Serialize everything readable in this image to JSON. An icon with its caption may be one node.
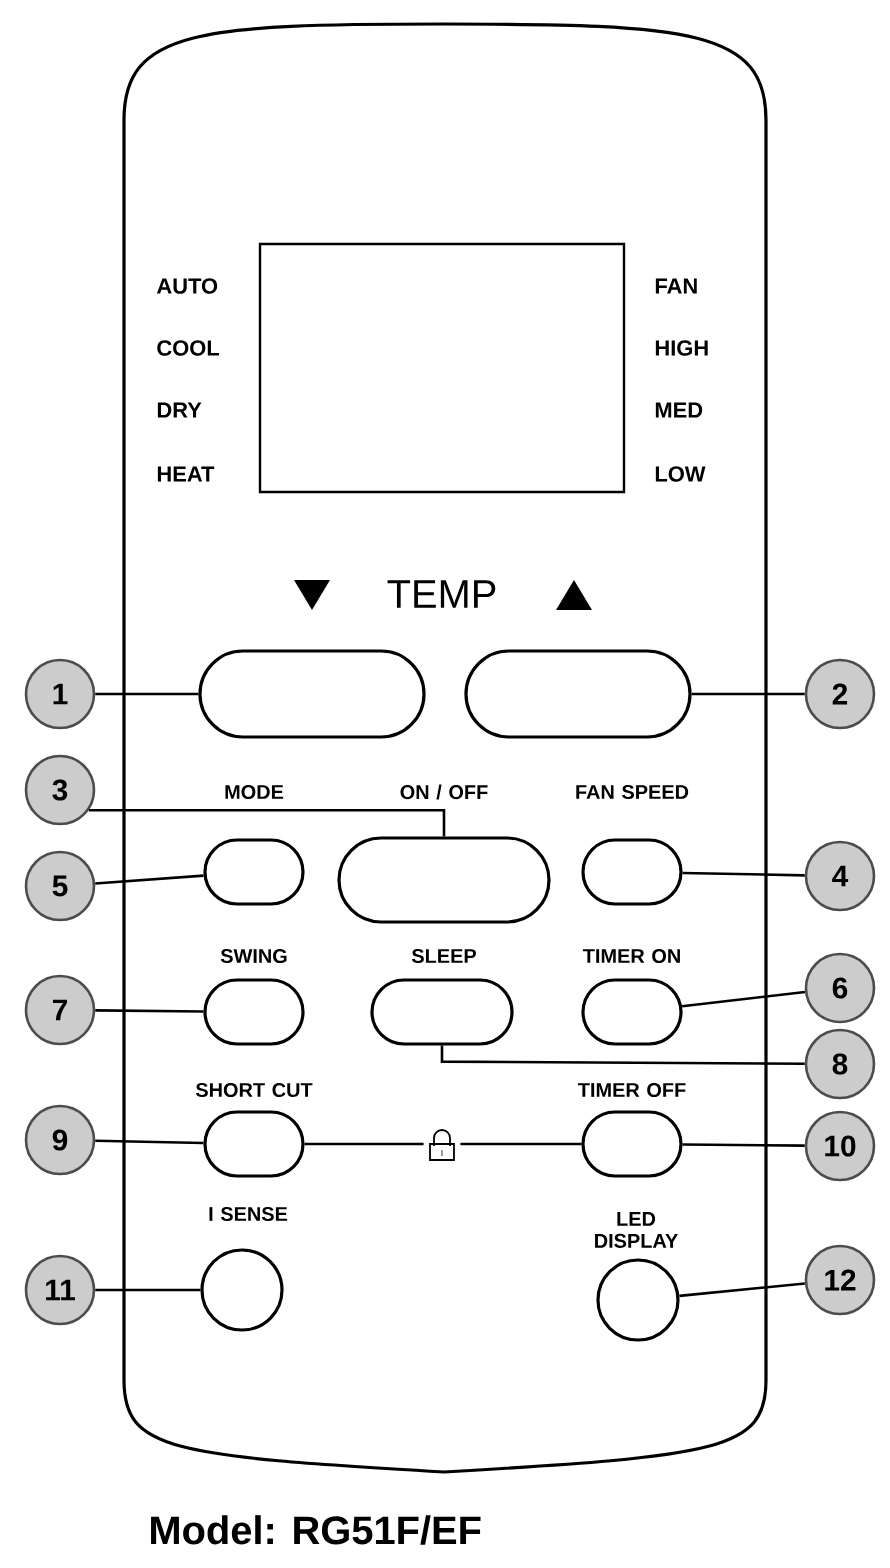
{
  "diagram": {
    "caption": "Model: RG51F/EF",
    "nodes": [
      {
        "text": [
          "1"
        ]
      },
      {
        "text": [],
        "shape": "box"
      },
      {
        "text": [],
        "shape": "box"
      },
      {
        "text": [
          "2"
        ]
      },
      {
        "text": [
          "3"
        ]
      },
      {
        "text": [
          "5"
        ]
      },
      {
        "text": [],
        "shape": "box",
        "beside": [
          "MODE"
        ]
      },
      {
        "text": [],
        "shape": "box",
        "beside": [
          "ON / OFF"
        ]
      },
      {
        "text": [],
        "shape": "box",
        "beside": [
          "FAN SPEED"
        ]
      },
      {
        "text": [
          "4"
        ]
      },
      {
        "text": [
          "7"
        ]
      },
      {
        "text": [],
        "shape": "box",
        "beside": [
          "SWING"
        ]
      },
      {
        "text": [],
        "shape": "box",
        "beside": [
          "SLEEP"
        ]
      },
      {
        "text": [],
        "shape": "box",
        "beside": [
          "TIMER ON"
        ]
      },
      {
        "text": [
          "6"
        ]
      },
      {
        "text": [
          "8"
        ]
      },
      {
        "text": [
          "9"
        ]
      },
      {
        "text": [],
        "shape": "box",
        "beside": [
          "SHORT CUT"
        ]
      },
      {
        "text": [],
        "shape": "box",
        "beside": [
          "TIMER OFF"
        ]
      },
      {
        "text": [
          "10"
        ]
      },
      {
        "text": [
          "11"
        ]
      },
      {
        "text": [],
        "shape": "circle",
        "beside": [
          "I SENSE"
        ]
      },
      {
        "text": [],
        "shape": "circle",
        "beside": [
          "LED DISPLAY"
        ]
      },
      {
        "text": [
          "12"
        ]
      }
    ],
    "edges": [
      {
        "from": 0,
        "to": 1,
        "arrow": "none"
      },
      {
        "from": 3,
        "to": 2,
        "arrow": "none"
      },
      {
        "from": 4,
        "to": 7,
        "arrow": "none"
      },
      {
        "from": 5,
        "to": 6,
        "arrow": "none"
      },
      {
        "from": 9,
        "to": 8,
        "arrow": "none"
      },
      {
        "from": 10,
        "to": 11,
        "arrow": "none"
      },
      {
        "from": 14,
        "to": 13,
        "arrow": "none"
      },
      {
        "from": 15,
        "to": 12,
        "arrow": "none"
      },
      {
        "from": 16,
        "to": 17,
        "arrow": "none"
      },
      {
        "from": 19,
        "to": 18,
        "arrow": "none"
      },
      {
        "from": 20,
        "to": 21,
        "arrow": "none"
      },
      {
        "from": 23,
        "to": 22,
        "arrow": "none"
      },
      {
        "from": 17,
        "to": 18,
        "arrow": "none"
      }
    ],
    "labels": [
      "AUTO",
      "FAN",
      "COOL",
      "HIGH",
      "DRY",
      "MED",
      "HEAT",
      "LOW",
      "TEMP"
    ]
  }
}
